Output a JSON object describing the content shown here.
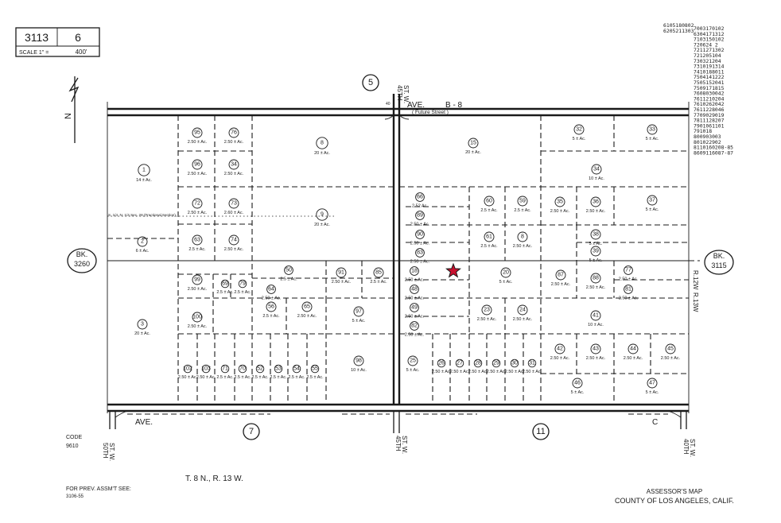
{
  "header": {
    "map_book": "3113",
    "page": "6",
    "scale_label": "SCALE 1\" =",
    "scale_value": "400'"
  },
  "north_label": "N",
  "footer": {
    "code_label": "CODE",
    "code_value": "9610",
    "prev_assmt_label": "FOR PREV. ASSM'T SEE:",
    "prev_assmt_value": "3106-55",
    "township": "T. 8 N., R. 13 W.",
    "title_line1": "ASSESSOR'S MAP",
    "title_line2": "COUNTY OF LOS ANGELES, CALIF."
  },
  "references": {
    "bk_left_label": "BK.",
    "bk_left_value": "3260",
    "bk_right_label": "BK.",
    "bk_right_value": "3115",
    "range_right": "R.12W",
    "range_right_2": "R.13W",
    "top_sheet": "5",
    "bottom_sheet_left": "7",
    "bottom_sheet_right": "11"
  },
  "roads": {
    "top_ave": "AVE.",
    "top_ave_name": "B - 8",
    "bottom_ave": "AVE.",
    "bottom_ave_right": "C",
    "st_45_top": "45TH",
    "st_45_top_2": "ST. W.",
    "st_50": "50TH",
    "st_50_2": "ST. W.",
    "st_45_bottom": "45TH",
    "st_45_bottom_2": "ST. W.",
    "st_40": "40TH",
    "st_40_2": "ST. W."
  },
  "small_notes": {
    "section_line": "S. 1/4, N. 1/4 Sec. 28 (Fractional Section)",
    "road_note": "( Future Street )",
    "dim_40": "40"
  },
  "revision_log": [
    "6105180802",
    "6205211303",
    "7003170102",
    "6304171312",
    "7103150102",
    "720624 2",
    "7211271302",
    "721205104",
    "730321204",
    "7310191314",
    "7410188011",
    "7504141222",
    "7505152041",
    "7509171815",
    "7608030042",
    "7611210204",
    "7610262042",
    "7611228046",
    "7709029019",
    "7811128207",
    "7901061101",
    "791018",
    "800903003",
    "801022902",
    "8110160208-85",
    "8609116087-87"
  ],
  "parcels": [
    {
      "id": "95",
      "acres": "2.50 ± Ac."
    },
    {
      "id": "76",
      "acres": "2.50 ± Ac."
    },
    {
      "id": "96",
      "acres": "2.50 ± Ac."
    },
    {
      "id": "34",
      "acres": "2.50 ± Ac."
    },
    {
      "id": "72",
      "acres": "2.50 ± Ac."
    },
    {
      "id": "73",
      "acres": "2.60 ± Ac."
    },
    {
      "id": "63",
      "acres": "2.5 ± Ac."
    },
    {
      "id": "74",
      "acres": "2.50 ± Ac."
    },
    {
      "id": "8",
      "acres": "20 ± Ac."
    },
    {
      "id": "9",
      "acres": "20 ± Ac."
    },
    {
      "id": "1",
      "acres": "14 ± Ac."
    },
    {
      "id": "2",
      "acres": "6 ± Ac."
    },
    {
      "id": "3",
      "acres": "20 ± Ac."
    },
    {
      "id": "99",
      "acres": "2.50 ± Ac."
    },
    {
      "id": "69",
      "acres": "2.5 ± Ac."
    },
    {
      "id": "79",
      "acres": "2.5 ± Ac."
    },
    {
      "id": "100",
      "acres": "2.50 ± Ac."
    },
    {
      "id": "50",
      "acres": "2.5 ± Ac."
    },
    {
      "id": "64",
      "acres": "2.50 ± Ac."
    },
    {
      "id": "91",
      "acres": "2.50 ± Ac."
    },
    {
      "id": "65",
      "acres": "2.50 ± Ac."
    },
    {
      "id": "56",
      "acres": "2.5 ± Ac."
    },
    {
      "id": "85",
      "acres": "2.5 ± Ac."
    },
    {
      "id": "97",
      "acres": "5 ± Ac."
    },
    {
      "id": "98",
      "acres": "10 ± Ac."
    },
    {
      "id": "102",
      "acres": "2.50 ± Ac."
    },
    {
      "id": "103",
      "acres": "2.50 ± Ac."
    },
    {
      "id": "71",
      "acres": "2.5 ± Ac."
    },
    {
      "id": "70",
      "acres": "2.5 ± Ac."
    },
    {
      "id": "52",
      "acres": "2.5 ± Ac."
    },
    {
      "id": "53",
      "acres": "2.5 ± Ac."
    },
    {
      "id": "54",
      "acres": "2.5 ± Ac."
    },
    {
      "id": "55",
      "acres": "2.5 ± Ac."
    },
    {
      "id": "15",
      "acres": "20 ± Ac."
    },
    {
      "id": "66",
      "acres": "2.52 Ac."
    },
    {
      "id": "89",
      "acres": "2.50 ± Ac."
    },
    {
      "id": "90",
      "acres": "2.50 ± Ac."
    },
    {
      "id": "83",
      "acres": "2.50 ± Ac."
    },
    {
      "id": "18",
      "acres": "2.50 ± Ac."
    },
    {
      "id": "48",
      "acres": "2.50 ± Ac."
    },
    {
      "id": "49",
      "acres": "2.50 ± Ac."
    },
    {
      "id": "82",
      "acres": "2.50 ± Ac."
    },
    {
      "id": "60",
      "acres": "2.5 ± Ac."
    },
    {
      "id": "59",
      "acres": "2.5 ± Ac."
    },
    {
      "id": "61",
      "acres": "2.5 ± Ac."
    },
    {
      "id": "8",
      "acres": "2.50 ± Ac."
    },
    {
      "id": "20",
      "acres": "5 ± Ac."
    },
    {
      "id": "23",
      "acres": "2.50 ± Ac."
    },
    {
      "id": "24",
      "acres": "2.50 ± Ac."
    },
    {
      "id": "25",
      "acres": "5 ± Ac."
    },
    {
      "id": "26",
      "acres": "2.50 ± Ac."
    },
    {
      "id": "27",
      "acres": "2.50 ± Ac."
    },
    {
      "id": "28",
      "acres": "2.50 ± Ac."
    },
    {
      "id": "29",
      "acres": "2.50 ± Ac."
    },
    {
      "id": "30",
      "acres": "2.50 ± Ac."
    },
    {
      "id": "31",
      "acres": "2.50 ± Ac."
    },
    {
      "id": "32",
      "acres": "5 ± Ac."
    },
    {
      "id": "33",
      "acres": "5 ± Ac."
    },
    {
      "id": "34",
      "acres": "10 ± Ac."
    },
    {
      "id": "35",
      "acres": "2.50 ± Ac."
    },
    {
      "id": "36",
      "acres": "2.50 ± Ac."
    },
    {
      "id": "37",
      "acres": "5 ± Ac."
    },
    {
      "id": "38",
      "acres": "5 ± Ac."
    },
    {
      "id": "39",
      "acres": "5 ± Ac."
    },
    {
      "id": "87",
      "acres": "2.50 ± Ac."
    },
    {
      "id": "88",
      "acres": "2.50 ± Ac."
    },
    {
      "id": "77",
      "acres": "2.50 ± Ac."
    },
    {
      "id": "81",
      "acres": "2.50 ± Ac."
    },
    {
      "id": "41",
      "acres": "10 ± Ac."
    },
    {
      "id": "42",
      "acres": "2.50 ± Ac."
    },
    {
      "id": "43",
      "acres": "2.50 ± Ac."
    },
    {
      "id": "44",
      "acres": "2.50 ± Ac."
    },
    {
      "id": "45",
      "acres": "2.50 ± Ac."
    },
    {
      "id": "46",
      "acres": "5 ± Ac."
    },
    {
      "id": "47",
      "acres": "5 ± Ac."
    }
  ]
}
